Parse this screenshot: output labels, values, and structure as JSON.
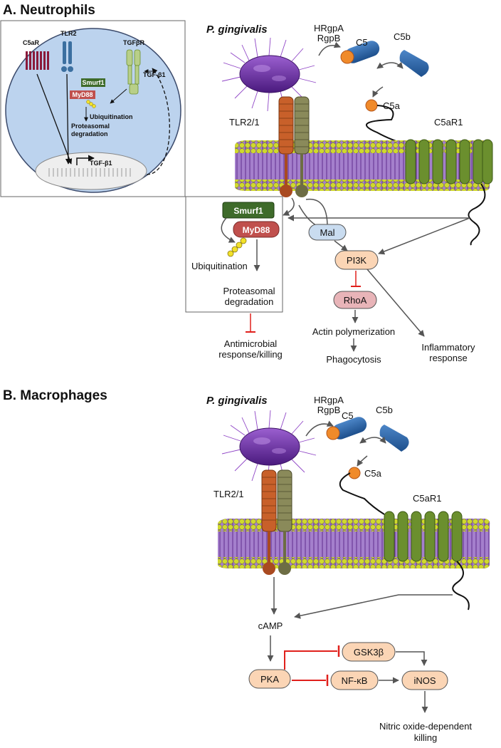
{
  "panel_a": {
    "title": "A. Neutrophils",
    "inset": {
      "c5ar": "C5aR",
      "tlr2": "TLR2",
      "tgfbr": "TGFβR",
      "tgfb1_ligand": "TGF-β1",
      "smurf1": "Smurf1",
      "myd88": "MyD88",
      "ubiquitination": "Ubiquitination",
      "proteasomal": "Proteasomal",
      "degradation": "degradation",
      "gene": "TGF-β1"
    },
    "pathogen": "P. gingivalis",
    "proteases_1": "HRgpA",
    "proteases_2": "RgpB",
    "c5": "C5",
    "c5b": "C5b",
    "c5a": "C5a",
    "c5ar1": "C5aR1",
    "tlr21": "TLR2/1",
    "smurf1": "Smurf1",
    "myd88": "MyD88",
    "ubiquitination": "Ubiquitination",
    "proteasomal": "Proteasomal",
    "degradation": "degradation",
    "mal": "Mal",
    "pi3k": "PI3K",
    "rhoa": "RhoA",
    "actin": "Actin polymerization",
    "phagocytosis": "Phagocytosis",
    "inflammatory_1": "Inflammatory",
    "inflammatory_2": "response",
    "antimicrobial_1": "Antimicrobial",
    "antimicrobial_2": "response/killing"
  },
  "panel_b": {
    "title": "B. Macrophages",
    "pathogen": "P. gingivalis",
    "proteases_1": "HRgpA",
    "proteases_2": "RgpB",
    "c5": "C5",
    "c5b": "C5b",
    "c5a": "C5a",
    "c5ar1": "C5aR1",
    "tlr21": "TLR2/1",
    "camp": "cAMP",
    "pka": "PKA",
    "gsk3b": "GSK3β",
    "nfkb": "NF-κB",
    "inos": "iNOS",
    "no_1": "Nitric oxide-dependent",
    "no_2": "killing"
  },
  "colors": {
    "inhibit": "#e0201c",
    "arrow": "#555555",
    "membrane_head": "#c8d42a",
    "membrane_tail": "#7d4fa8",
    "bacterium": "#6a2a9e",
    "cell": "#bcd3ee",
    "node_peach": "#fbd5b5",
    "node_pink": "#e8b4b8",
    "node_blue": "#c9dcf0",
    "smurf1": "#3e6b2a",
    "myd88": "#c0504d",
    "receptor_green": "#6b8f2e",
    "tlr_orange": "#c8602a",
    "tlr_olive": "#8a8a5a"
  }
}
